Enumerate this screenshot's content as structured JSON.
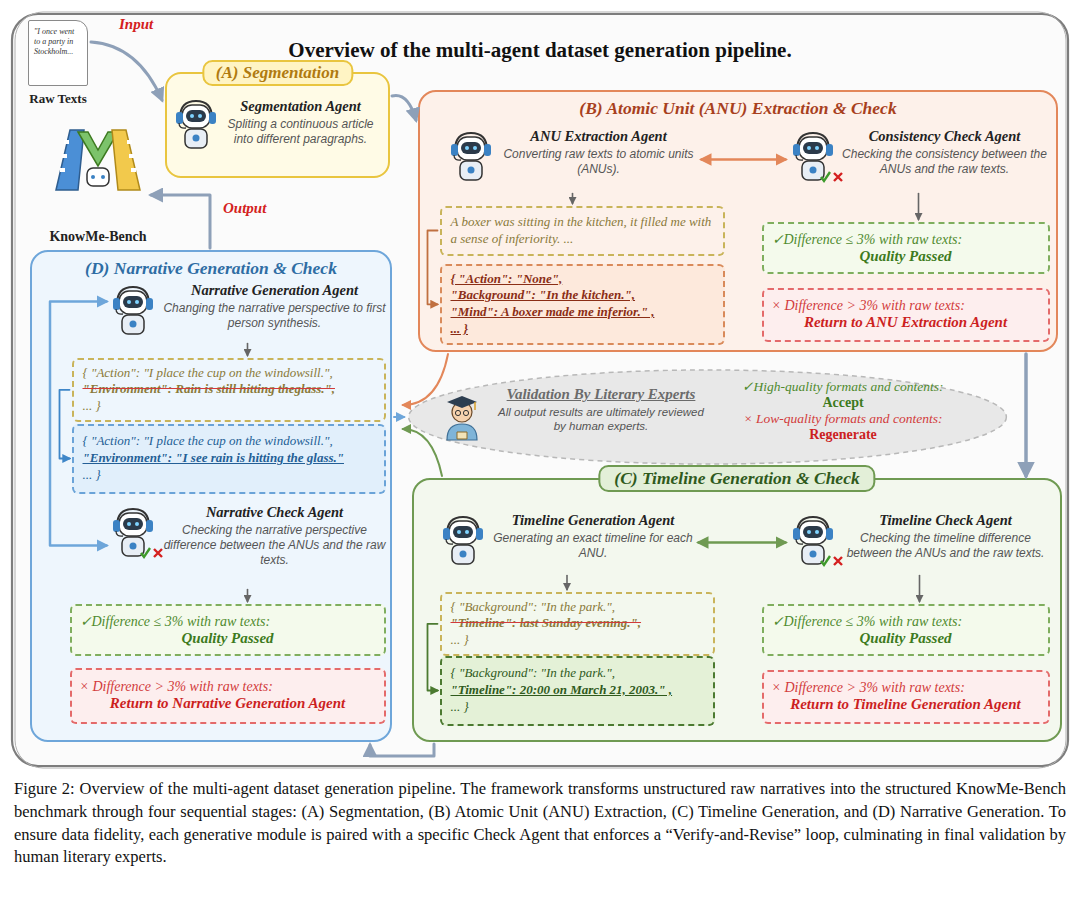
{
  "diagram": {
    "title": "Overview of the multi-agent dataset generation pipeline.",
    "caption": "Figure 2: Overview of the multi-agent dataset generation pipeline. The framework transforms unstructured raw narratives into the structured KnowMe-Bench benchmark through four sequential stages: (A) Segmentation, (B) Atomic Unit (ANU) Extraction, (C) Timeline Generation, and (D) Narrative Generation. To ensure data fidelity, each generative module is paired with a specific Check Agent that enforces a “Verify-and-Revise” loop, culminating in final validation by human literary experts.",
    "nodes": [
      {
        "text": [
          "\"I once went to a party in Stockholm...",
          "Raw Texts"
        ]
      },
      {
        "text": [
          "(A) Segmentation",
          "Segmentation Agent",
          "Spliting a continuous article into different paragraphs."
        ]
      },
      {
        "text": [
          "KnowMe-Bench"
        ]
      },
      {
        "text": [
          "(B) Atomic Unit (ANU) Extraction & Check"
        ]
      },
      {
        "text": [
          "ANU Extraction Agent",
          "Converting raw texts to atomic units (ANUs)."
        ],
        "in": 3
      },
      {
        "text": [
          "A boxer was sitting in the kitchen, it filled me with a sense of inferiority. ..."
        ],
        "in": 3
      },
      {
        "text": [
          "{ \"Action\": \"None\",",
          "\"Background\": \"In the kitchen.\",",
          "\"Mind\": A boxer made me inferior.\" ,",
          "... }"
        ],
        "in": 3
      },
      {
        "text": [
          "Consistency Check Agent",
          "Checking the consistency between the ANUs and the raw texts."
        ],
        "in": 3
      },
      {
        "text": [
          "✓Difference ≤ 3% with raw texts:",
          "Quality Passed"
        ],
        "in": 3
      },
      {
        "text": [
          "× Difference > 3% with raw texts:",
          "Return to ANU Extraction Agent"
        ],
        "in": 3
      },
      {
        "text": [
          "Validation By Literary Experts",
          "All output results are ultimately reviewed by human experts.",
          "✓High-quality formats and contents:",
          "Accept",
          "× Low-quality formats and contents:",
          "Regenerate"
        ]
      },
      {
        "text": [
          "(C) Timeline Generation & Check"
        ]
      },
      {
        "text": [
          "Timeline Generation Agent",
          "Generating an exact timeline for each ANU."
        ],
        "in": 11
      },
      {
        "text": [
          "{ \"Background\": \"In the park.\",",
          "\"Timeline\": last Sunday evening.\",",
          "... }"
        ],
        "in": 11
      },
      {
        "text": [
          "{ \"Background\": \"In the park.\",",
          "\"Timeline\": 20:00 on March 21, 2003.\" ,",
          "... }"
        ],
        "in": 11
      },
      {
        "text": [
          "Timeline Check Agent",
          "Checking the timeline difference between the ANUs and the raw texts."
        ],
        "in": 11
      },
      {
        "text": [
          "✓Difference ≤ 3% with raw texts:",
          "Quality Passed"
        ],
        "in": 11
      },
      {
        "text": [
          "× Difference > 3% with raw texts:",
          "Return to Timeline Generation Agent"
        ],
        "in": 11
      },
      {
        "text": [
          "(D) Narrative Generation & Check"
        ]
      },
      {
        "text": [
          "Narrative Generation Agent",
          "Changing the narrative perspective to first person synthesis."
        ],
        "in": 18
      },
      {
        "text": [
          "{ \"Action\": \"I place the cup on the windowsill.\",",
          "\"Environment\": Rain is still hitting theglass.\",",
          "... }"
        ],
        "in": 18
      },
      {
        "text": [
          "{ \"Action\": \"I place the cup on the windowsill.\",",
          "\"Environment\": \"I see rain is hitting the glass.\"",
          "... }"
        ],
        "in": 18
      },
      {
        "text": [
          "Narrative Check Agent",
          "Checking the narrative perspective difference between the ANUs and the raw texts."
        ],
        "in": 18
      },
      {
        "text": [
          "✓Difference ≤ 3% with raw texts:",
          "Quality Passed"
        ],
        "in": 18
      },
      {
        "text": [
          "× Difference > 3% with raw texts:",
          "Return to Narrative Generation Agent"
        ],
        "in": 18
      }
    ],
    "edges": [
      {
        "from": 0,
        "to": 1,
        "arrow": "to",
        "label": "Input"
      },
      {
        "from": 1,
        "to": 3,
        "arrow": "to"
      },
      {
        "from": 4,
        "to": 7,
        "arrow": "both"
      },
      {
        "from": 3,
        "to": 11,
        "arrow": "to"
      },
      {
        "from": 12,
        "to": 15,
        "arrow": "both"
      },
      {
        "from": 11,
        "to": 18,
        "arrow": "to"
      },
      {
        "from": 18,
        "to": 2,
        "arrow": "to",
        "label": "Output"
      },
      {
        "from": 19,
        "to": 22,
        "arrow": "both"
      },
      {
        "from": 4,
        "to": 5,
        "arrow": "to"
      },
      {
        "from": 5,
        "to": 6,
        "arrow": "to"
      },
      {
        "from": 7,
        "to": 8,
        "arrow": "to"
      },
      {
        "from": 12,
        "to": 13,
        "arrow": "to"
      },
      {
        "from": 13,
        "to": 14,
        "arrow": "to"
      },
      {
        "from": 15,
        "to": 16,
        "arrow": "to"
      },
      {
        "from": 19,
        "to": 20,
        "arrow": "to"
      },
      {
        "from": 20,
        "to": 21,
        "arrow": "to"
      },
      {
        "from": 22,
        "to": 23,
        "arrow": "to"
      },
      {
        "from": 3,
        "to": 10,
        "arrow": "to"
      },
      {
        "from": 18,
        "to": 10,
        "arrow": "to"
      },
      {
        "from": 11,
        "to": 10,
        "arrow": "to"
      }
    ]
  }
}
